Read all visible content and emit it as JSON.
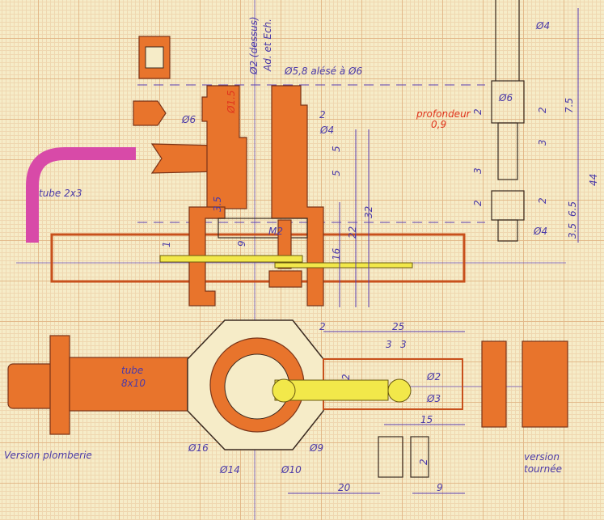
{
  "notes": {
    "top_axis": "Ø2 (dessus)",
    "ream": "Ad. et Ech.",
    "bore": "Ø5,8 alésé à Ø6",
    "depth_label": "profondeur",
    "depth_value": "0,9",
    "tube_small": "tube 2x3",
    "tube_big_1": "tube",
    "tube_big_2": "8x10",
    "version_plumbing": "Version plomberie",
    "version_turned_1": "version",
    "version_turned_2": "tournée",
    "thread": "M2"
  },
  "dimensions": {
    "d4_top": "Ø4",
    "d6_right": "Ø6",
    "d4_bottom": "Ø4",
    "d1_5": "Ø1.5",
    "d6_left": "Ø6",
    "d4_mid": "Ø4",
    "w2_top": "2",
    "v5a": "5",
    "v5b": "5",
    "v32": "32",
    "v22": "22",
    "v16": "16",
    "v9": "9",
    "v3_5": "3.5",
    "v1": "1",
    "r7_5": "7.5",
    "r2a": "2",
    "r3a": "3",
    "r2b": "2",
    "r3b": "3",
    "r2c": "2",
    "r2d": "2",
    "r44": "44",
    "r6_5": "6.5",
    "r3_5": "3.5",
    "h2": "2",
    "h25": "25",
    "h3a": "3",
    "h3b": "3",
    "v2": "2",
    "d2": "Ø2",
    "d3": "Ø3",
    "h15": "15",
    "d16": "Ø16",
    "d14": "Ø14",
    "d10": "Ø10",
    "d9": "Ø9",
    "h20": "20",
    "h9": "9",
    "s2": "2"
  }
}
